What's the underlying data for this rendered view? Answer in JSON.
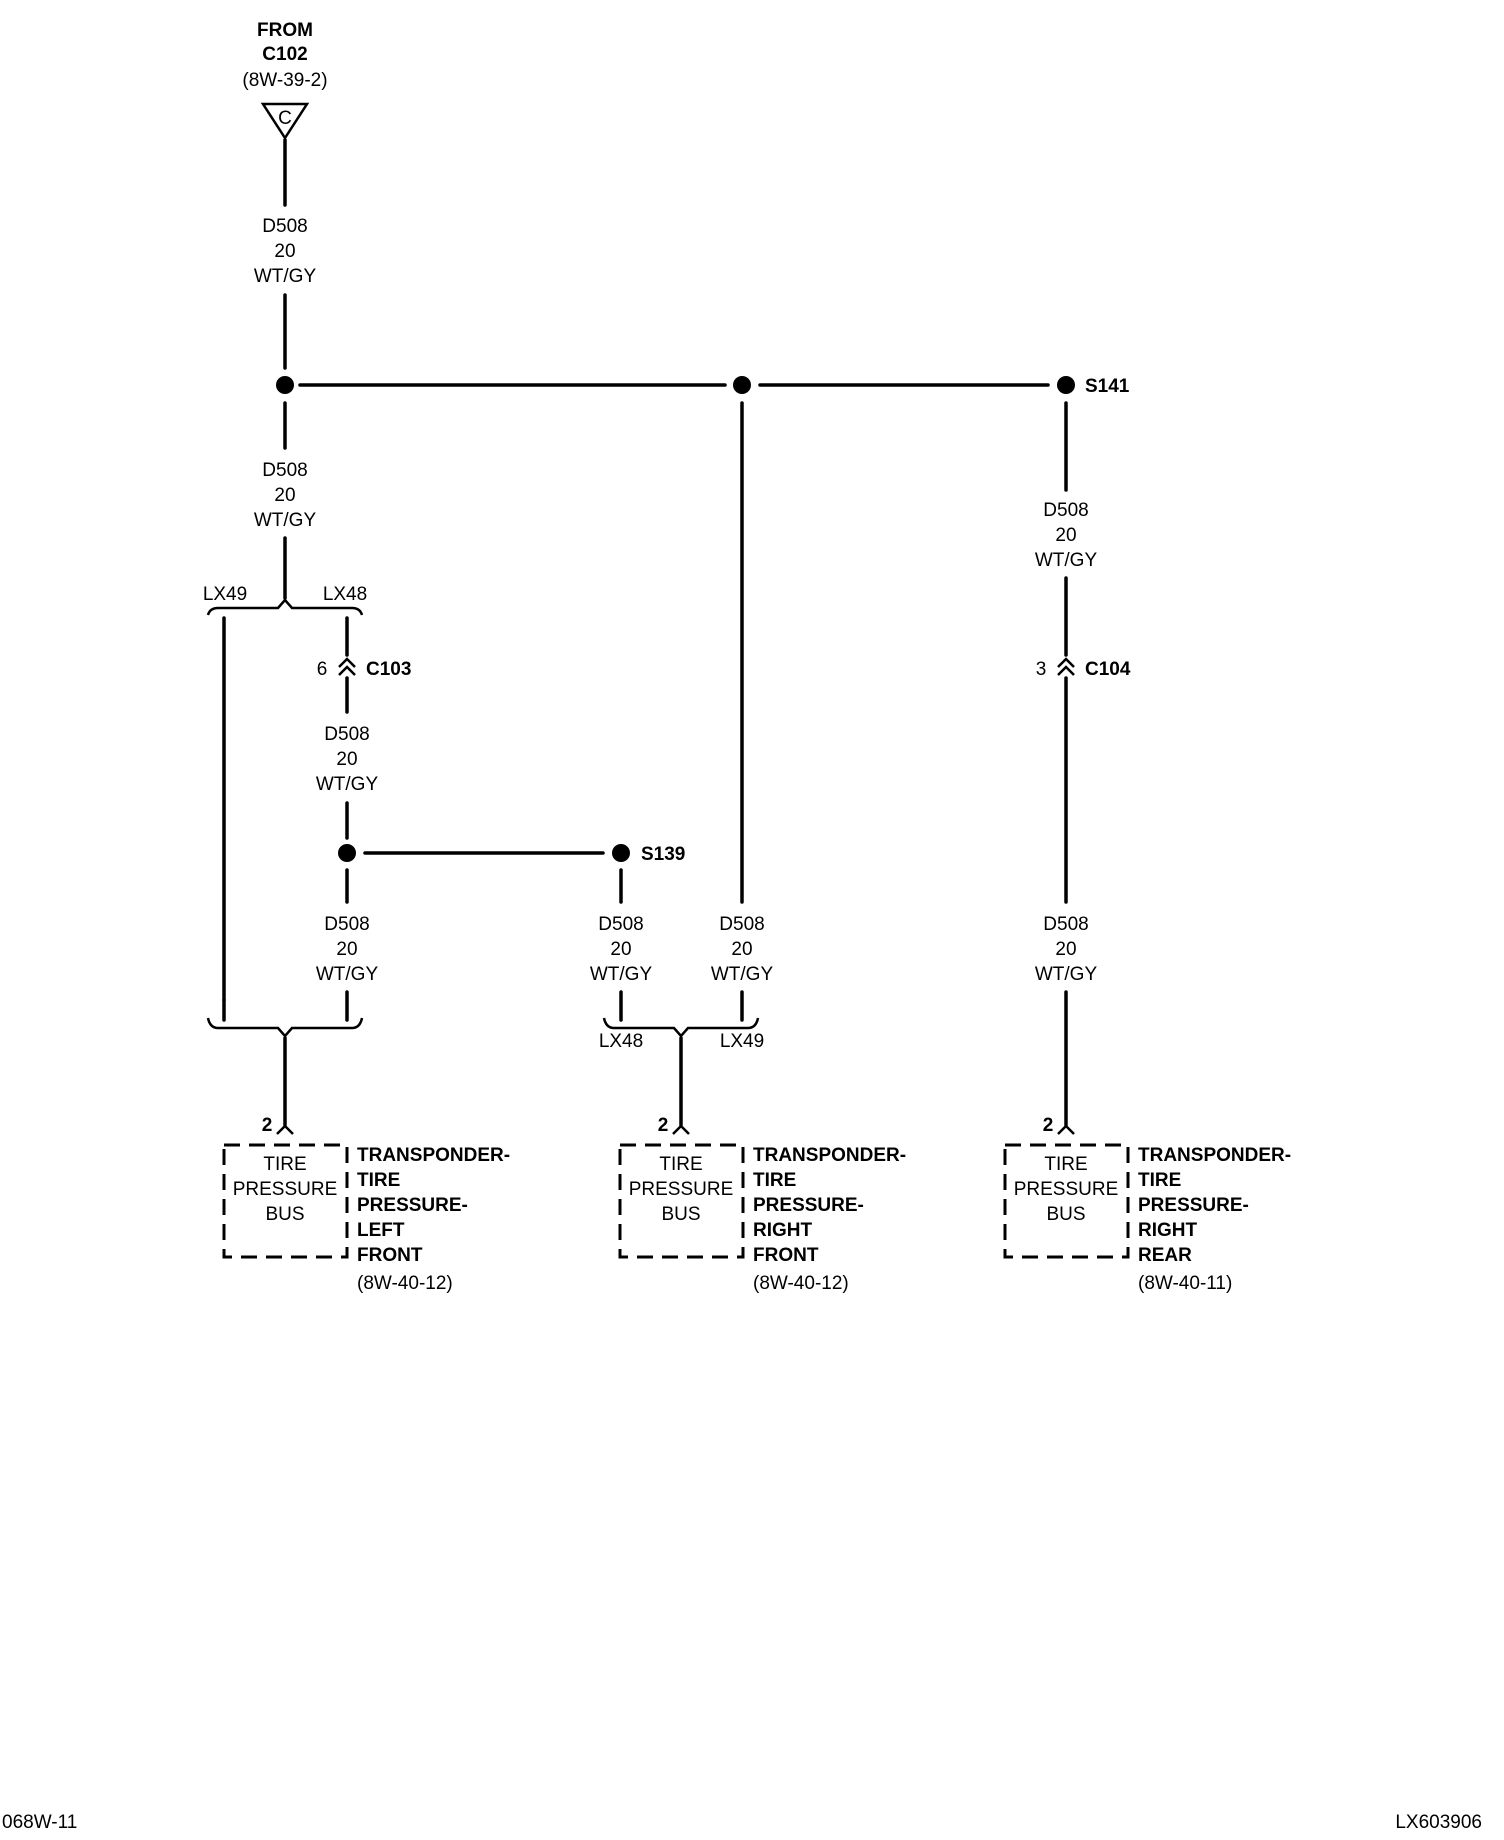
{
  "source": {
    "from_label": "FROM",
    "connector": "C102",
    "page_ref": "(8W-39-2)",
    "terminal_letter": "C"
  },
  "wire": {
    "circuit": "D508",
    "gauge": "20",
    "color_code": "WT/GY"
  },
  "splices": {
    "s141": "S141",
    "s139": "S139"
  },
  "variants": {
    "lx48": "LX48",
    "lx49": "LX49"
  },
  "connectors": {
    "c103_label": "C103",
    "c103_pin": "6",
    "c104_label": "C104",
    "c104_pin": "3"
  },
  "modules": [
    {
      "pin": "2",
      "inner_lines": [
        "TIRE",
        "PRESSURE",
        "BUS"
      ],
      "name_lines": [
        "TRANSPONDER-",
        "TIRE",
        "PRESSURE-",
        "LEFT",
        "FRONT"
      ],
      "page_ref": "(8W-40-12)"
    },
    {
      "pin": "2",
      "inner_lines": [
        "TIRE",
        "PRESSURE",
        "BUS"
      ],
      "name_lines": [
        "TRANSPONDER-",
        "TIRE",
        "PRESSURE-",
        "RIGHT",
        "FRONT"
      ],
      "page_ref": "(8W-40-12)"
    },
    {
      "pin": "2",
      "inner_lines": [
        "TIRE",
        "PRESSURE",
        "BUS"
      ],
      "name_lines": [
        "TRANSPONDER-",
        "TIRE",
        "PRESSURE-",
        "RIGHT",
        "REAR"
      ],
      "page_ref": "(8W-40-11)"
    }
  ],
  "footer": {
    "left_code": "068W-11",
    "right_code": "LX603906"
  }
}
